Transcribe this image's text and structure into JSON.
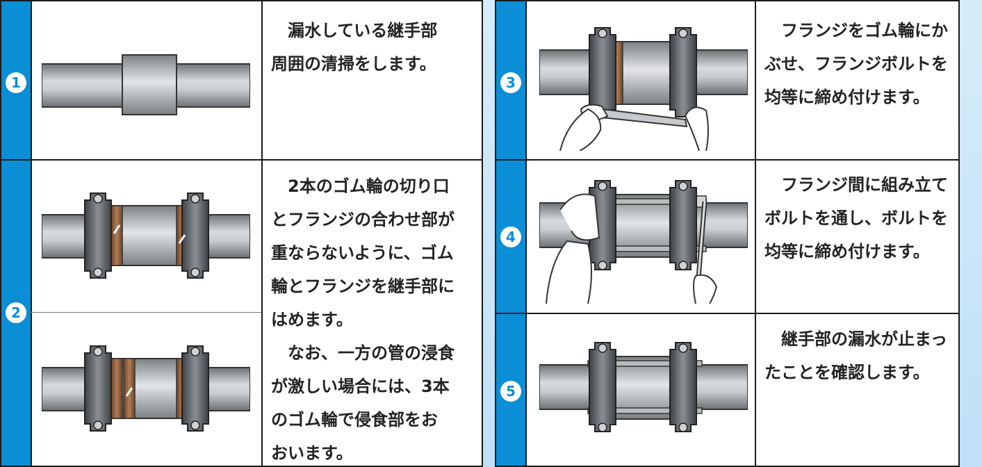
{
  "left": {
    "step1": {
      "number": "1",
      "text": [
        "　漏水している継手部",
        "周囲の清掃をします。"
      ]
    },
    "step2": {
      "number": "2",
      "text": [
        "　2本のゴム輪の切り口",
        "とフランジの合わせ部が",
        "重ならないように、ゴム",
        "輪とフランジを継手部に",
        "はめます。"
      ],
      "text2": [
        "　なお、一方の管の浸食",
        "が激しい場合には、3本",
        "のゴム輪で侵食部をお",
        "おいます。"
      ]
    }
  },
  "right": {
    "step3": {
      "number": "3",
      "text": [
        "　フランジをゴム輪にか",
        "ぶせ、フランジボルトを",
        "均等に締め付けます。"
      ]
    },
    "step4": {
      "number": "4",
      "text": [
        "　フランジ間に組み立て",
        "ボルトを通し、ボルトを",
        "均等に締め付けます。"
      ]
    },
    "step5": {
      "number": "5",
      "text": [
        "　継手部の漏水が止まっ",
        "たことを確認します。"
      ]
    }
  },
  "colors": {
    "accent": "#0a8fd6",
    "pipe": "#9ea3a8",
    "rubber": "#9c6a45",
    "flange": "#55595e"
  }
}
